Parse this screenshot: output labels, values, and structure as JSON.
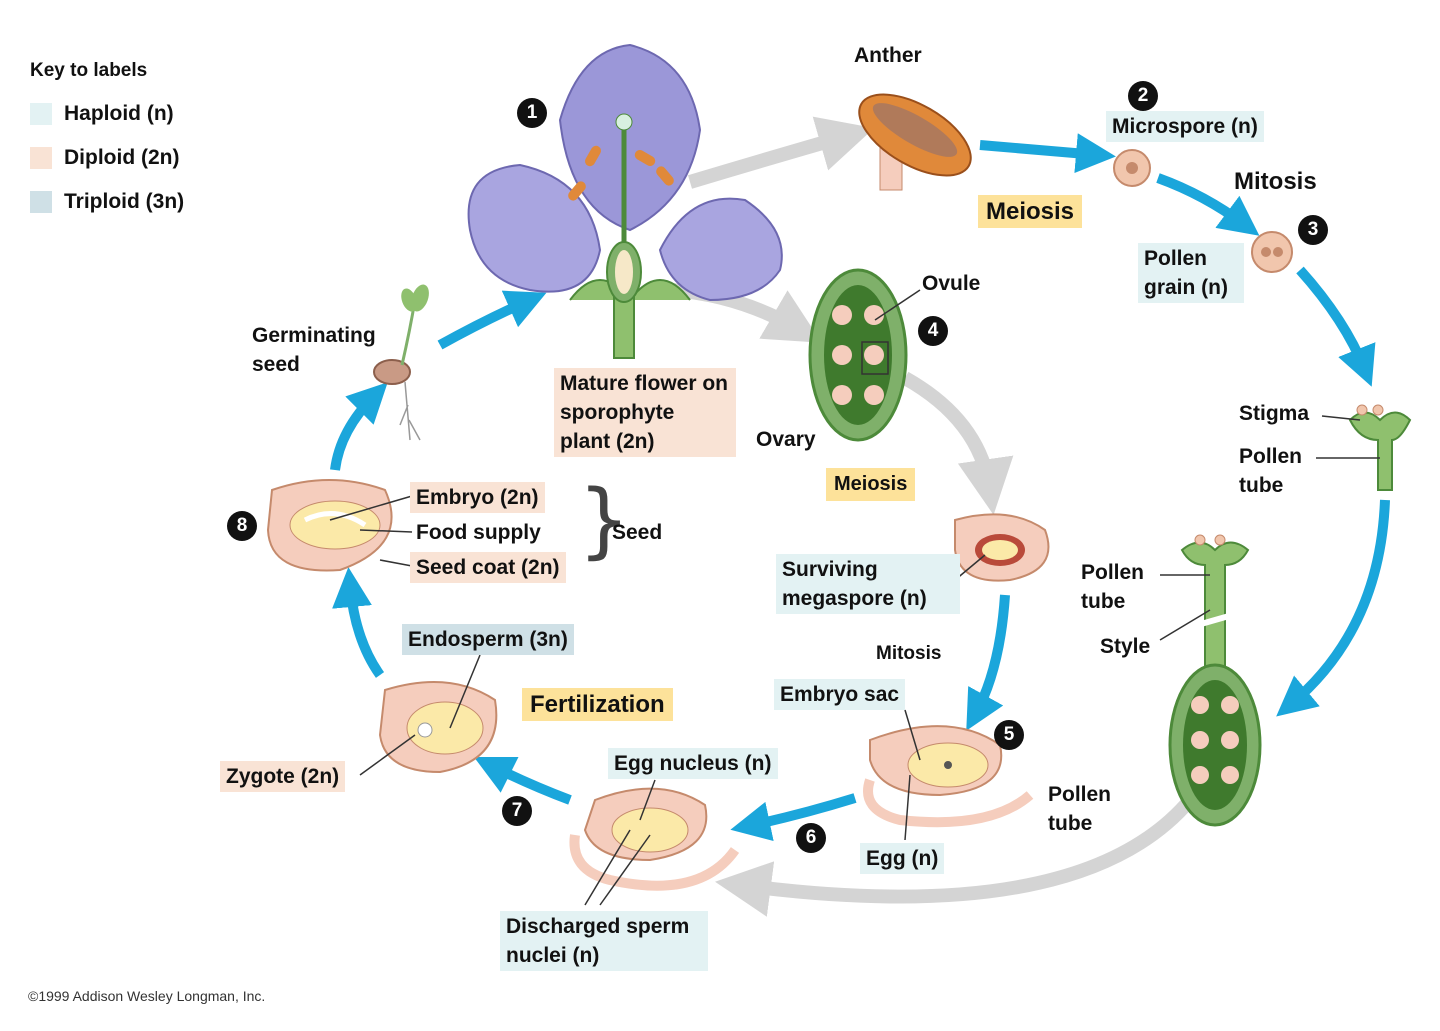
{
  "key": {
    "title": "Key to labels",
    "items": [
      {
        "label": "Haploid (n)",
        "color": "#e3f2f3"
      },
      {
        "label": "Diploid (2n)",
        "color": "#f9e3d5"
      },
      {
        "label": "Triploid (3n)",
        "color": "#cfe0e6"
      }
    ]
  },
  "steps": [
    "1",
    "2",
    "3",
    "4",
    "5",
    "6",
    "7",
    "8"
  ],
  "stages": {
    "meiosis_1": "Meiosis",
    "mitosis_1": "Mitosis",
    "meiosis_2": "Meiosis",
    "mitosis_2": "Mitosis",
    "fertilization": "Fertilization"
  },
  "labels": {
    "anther": "Anther",
    "microspore": "Microspore (n)",
    "pollen_grain": "Pollen grain (n)",
    "stigma": "Stigma",
    "pollen_tube_1": "Pollen tube",
    "pollen_tube_2": "Pollen tube",
    "style": "Style",
    "ovule": "Ovule",
    "ovary": "Ovary",
    "mature_flower": "Mature flower on sporophyte plant (2n)",
    "germinating_seed": "Germinating seed",
    "surviving_megaspore": "Surviving megaspore (n)",
    "embryo_sac": "Embryo sac",
    "pollen_tube_3": "Pollen tube",
    "egg": "Egg (n)",
    "egg_nucleus": "Egg nucleus (n)",
    "discharged_sperm": "Discharged sperm nuclei (n)",
    "zygote": "Zygote (2n)",
    "endosperm": "Endosperm (3n)",
    "embryo": "Embryo (2n)",
    "food_supply": "Food supply",
    "seed_coat": "Seed coat (2n)",
    "seed": "Seed"
  },
  "copyright": "©1999 Addison Wesley Longman, Inc.",
  "colors": {
    "arrow_blue": "#1ba6db",
    "arrow_gray": "#d4d4d4",
    "petal": "#9b97d8",
    "ovary_green": "#7fb06a",
    "seed_pink": "#f5cdbd",
    "stage_box": "#fde29a"
  }
}
